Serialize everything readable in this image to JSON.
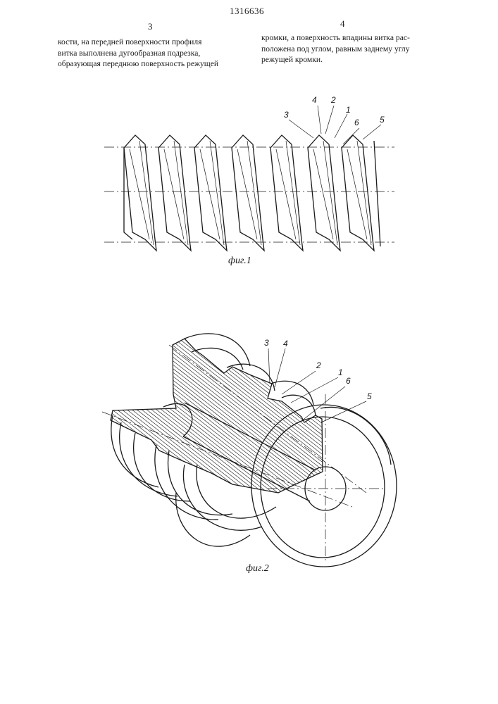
{
  "header": {
    "patent_number": "1316636",
    "left_column_number": "3",
    "right_column_number": "4"
  },
  "left_column_lines": [
    "кости, на передней поверхности профиля",
    "витка выполнена дугообразная подрезка,",
    "образующая переднюю поверхность режущей"
  ],
  "right_column_lines": [
    "кромки, а поверхность впадины витка рас-",
    "положена под углом, равным заднему углу",
    "режущей кромки."
  ],
  "figure1": {
    "caption": "фиг.1",
    "labels": {
      "l3": "3",
      "l4": "4",
      "l2": "2",
      "l1": "1",
      "l6": "6",
      "l5": "5"
    }
  },
  "figure2": {
    "caption": "фиг.2",
    "labels": {
      "l3": "3",
      "l4": "4",
      "l2": "2",
      "l1": "1",
      "l6": "6",
      "l5": "5"
    }
  },
  "colors": {
    "ink": "#1a1a1a",
    "paper": "#ffffff"
  }
}
